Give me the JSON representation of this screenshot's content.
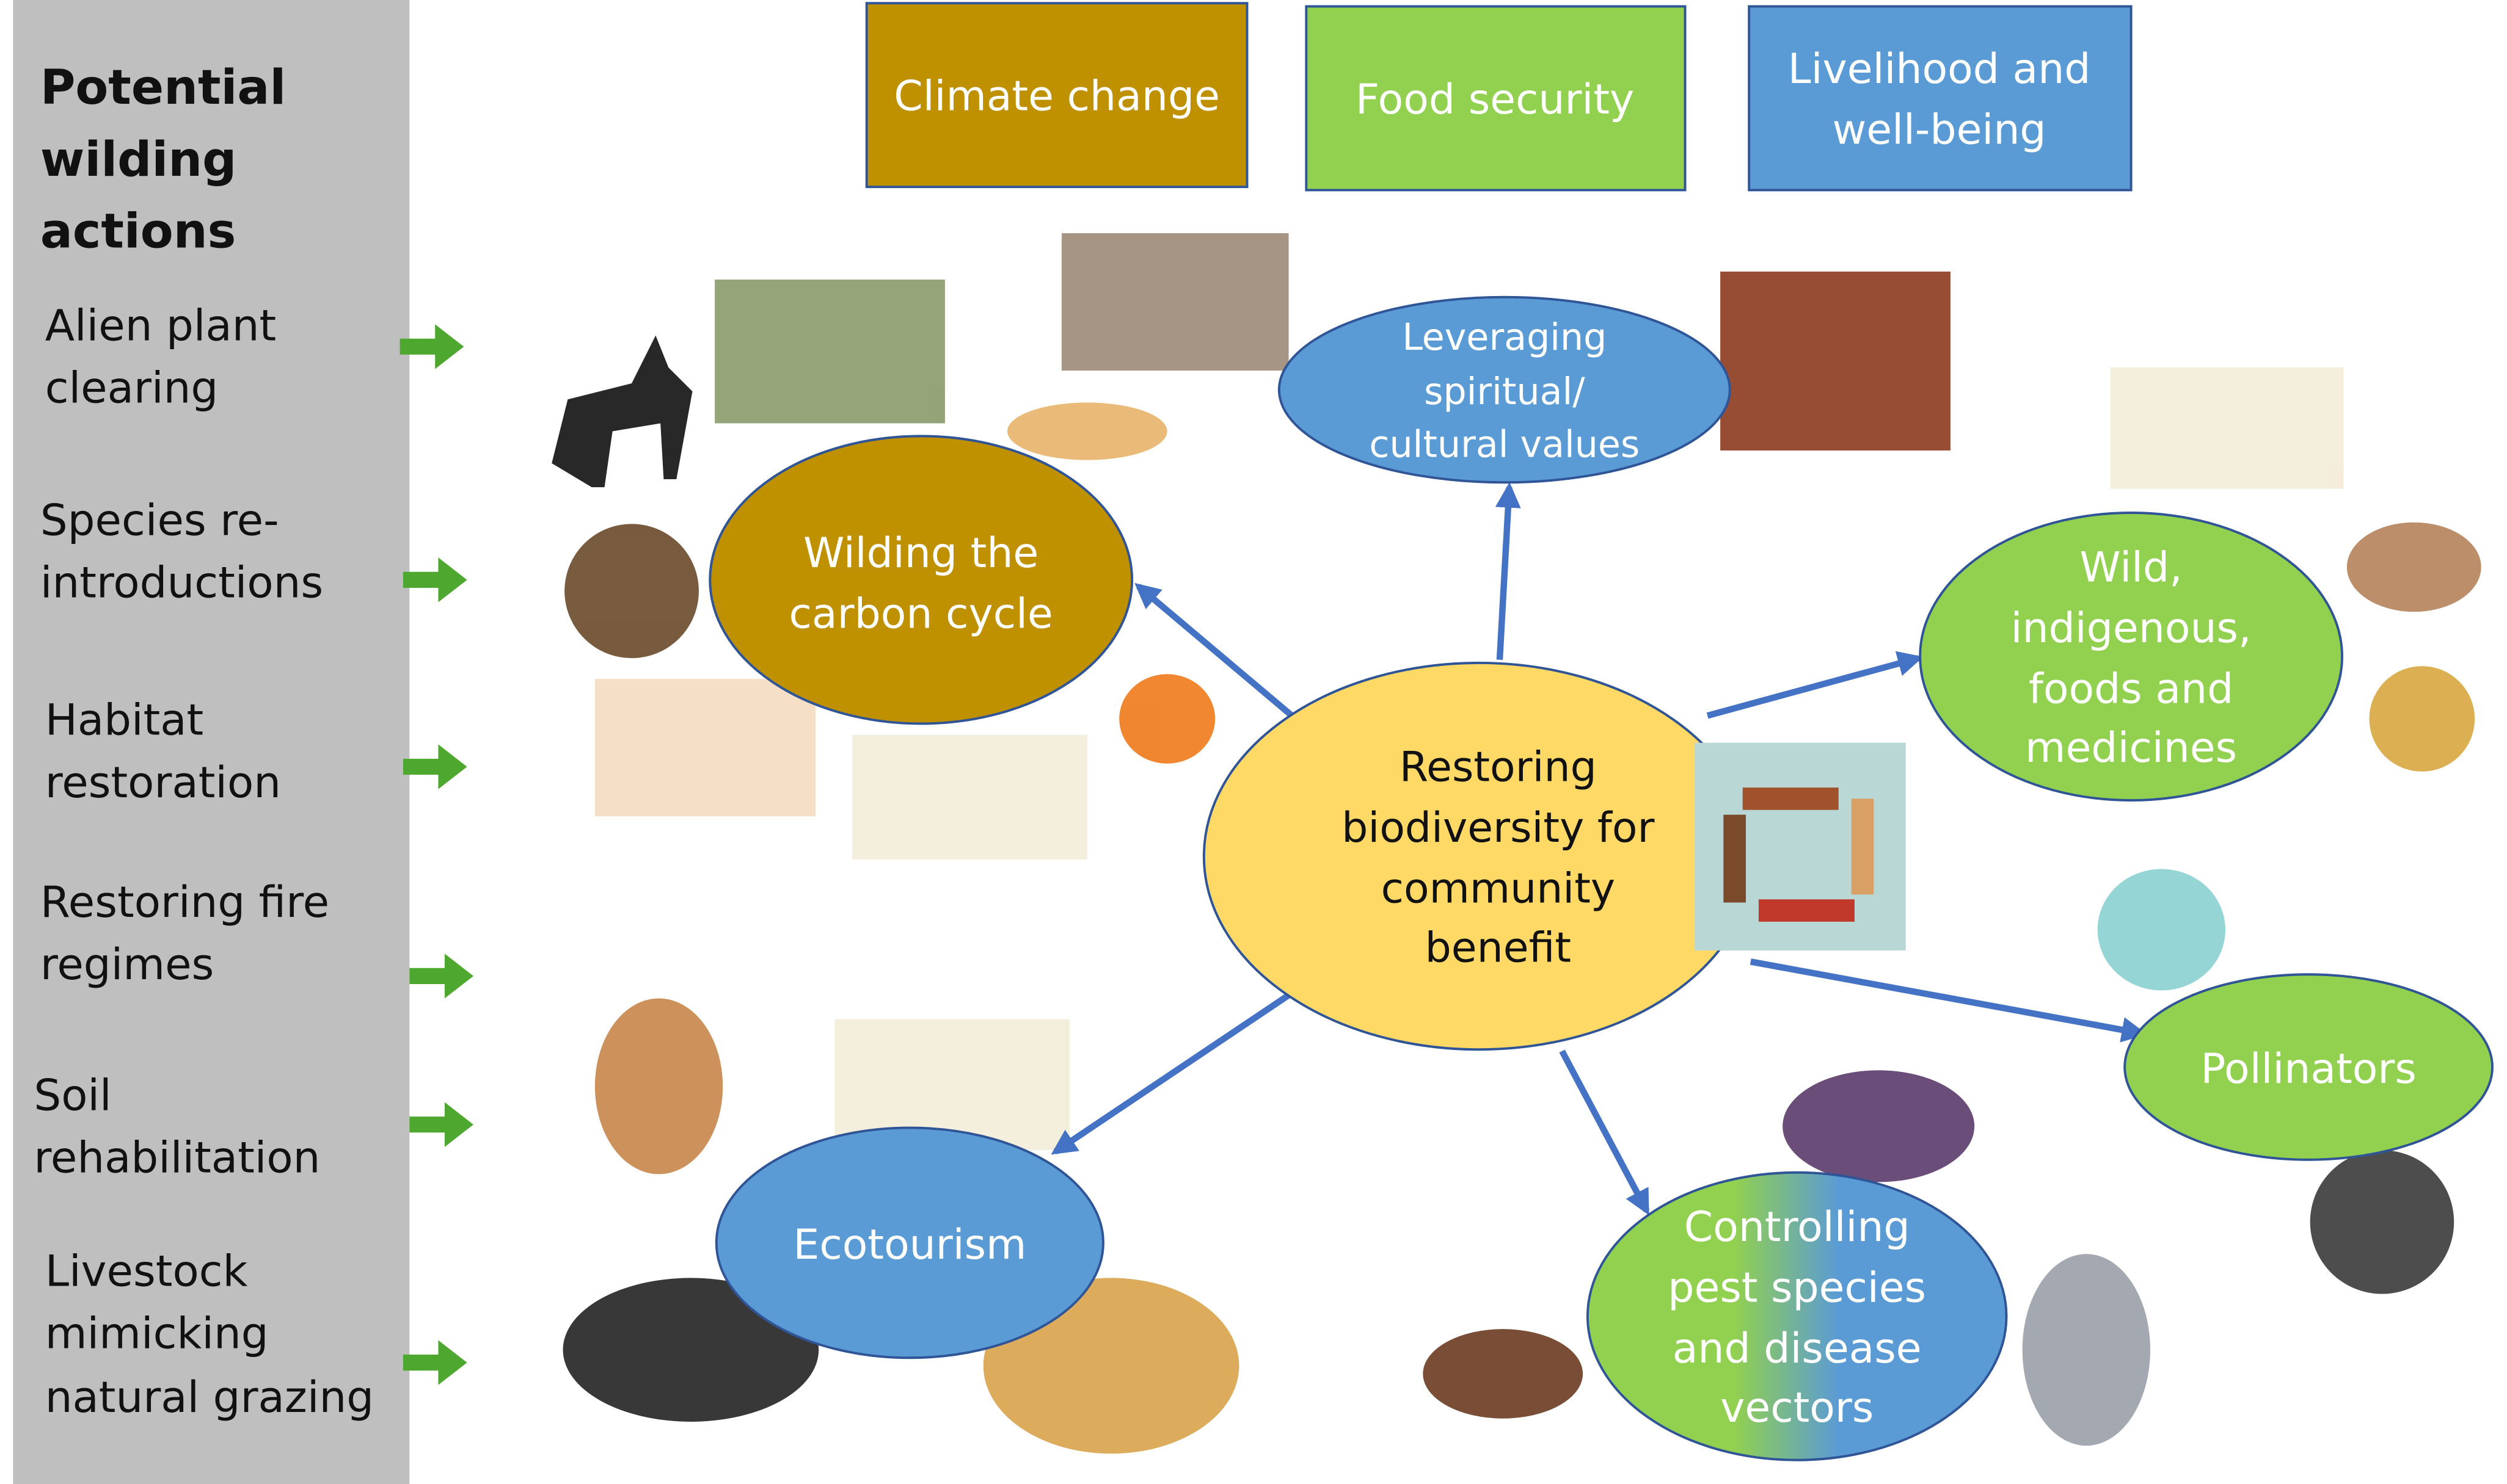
{
  "sidebar": {
    "title_lines": [
      "Potential",
      "wilding",
      "actions"
    ],
    "items": [
      {
        "lines": [
          "Alien plant",
          "clearing"
        ]
      },
      {
        "lines": [
          "Species re-",
          "introductions"
        ]
      },
      {
        "lines": [
          "Habitat",
          "restoration"
        ]
      },
      {
        "lines": [
          "Restoring fire",
          "regimes"
        ]
      },
      {
        "lines": [
          "Soil",
          "rehabilitation"
        ]
      },
      {
        "lines": [
          "Livestock",
          "mimicking",
          "natural grazing"
        ]
      }
    ]
  },
  "categories": [
    {
      "lines": [
        "Climate change"
      ],
      "color": "#bf9000"
    },
    {
      "lines": [
        "Food security"
      ],
      "color": "#92d050"
    },
    {
      "lines": [
        "Livelihood and",
        "well-being"
      ],
      "color": "#5b9bd5"
    }
  ],
  "center": {
    "lines": [
      "Restoring",
      "biodiversity for",
      "community",
      "benefit"
    ],
    "color": "#ffd966"
  },
  "benefits": {
    "carbon": {
      "lines": [
        "Wilding the",
        "carbon cycle"
      ]
    },
    "spiritual": {
      "lines": [
        "Leveraging",
        "spiritual/",
        "cultural values"
      ]
    },
    "foods": {
      "lines": [
        "Wild,",
        "indigenous,",
        "foods and",
        "medicines"
      ]
    },
    "pollinators": {
      "lines": [
        "Pollinators"
      ]
    },
    "pest": {
      "lines": [
        "Controlling",
        "pest species",
        "and disease",
        "vectors"
      ]
    },
    "ecotourism": {
      "lines": [
        "Ecotourism"
      ]
    }
  },
  "colors": {
    "arrow": "#4472c4",
    "side_arrow": "#4ea72e",
    "sidebar": "#bfbfbf"
  }
}
